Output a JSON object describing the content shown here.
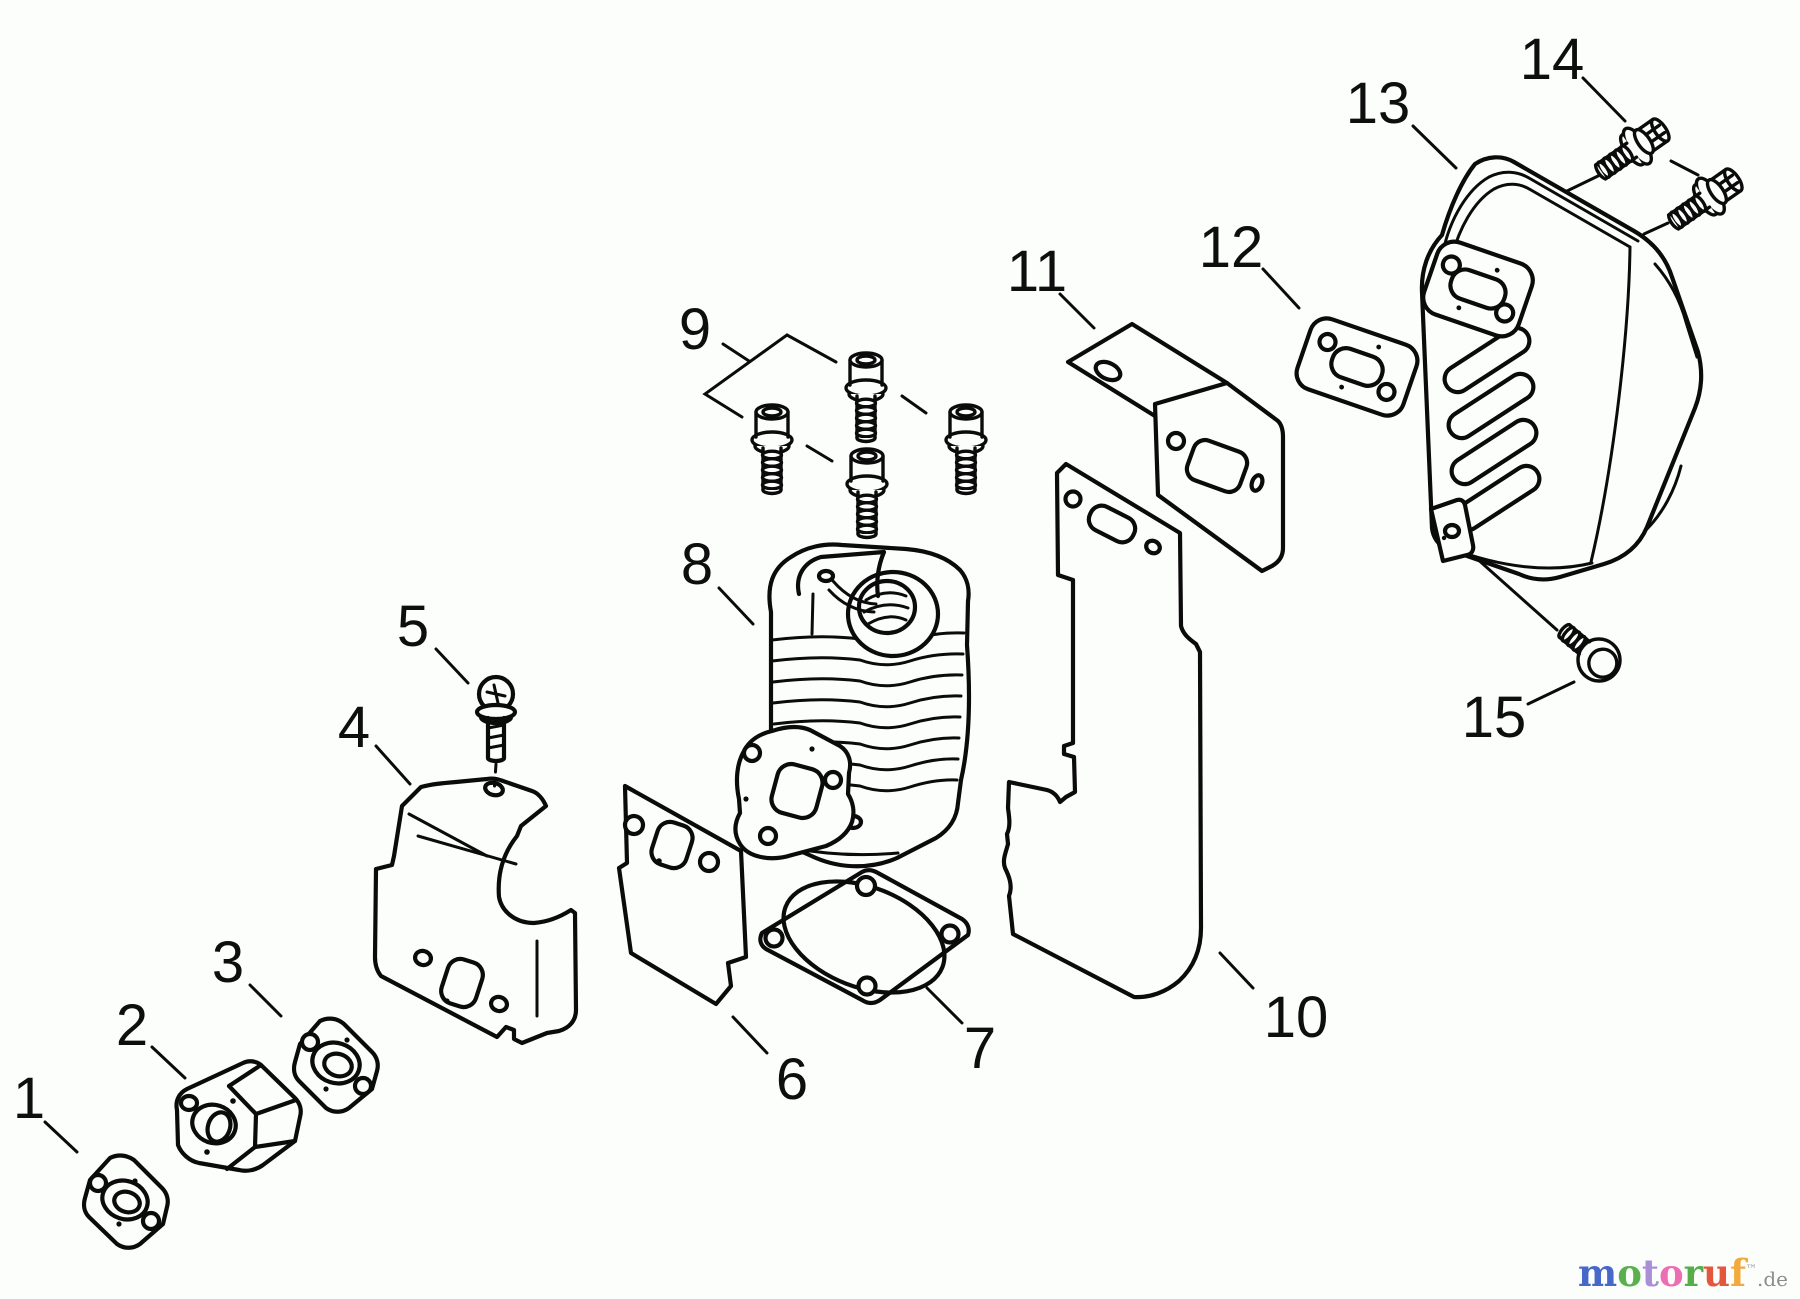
{
  "diagram": {
    "type": "exploded-parts-diagram",
    "callouts": [
      {
        "number": "1"
      },
      {
        "number": "2"
      },
      {
        "number": "3"
      },
      {
        "number": "4"
      },
      {
        "number": "5"
      },
      {
        "number": "6"
      },
      {
        "number": "7"
      },
      {
        "number": "8"
      },
      {
        "number": "9"
      },
      {
        "number": "10"
      },
      {
        "number": "11"
      },
      {
        "number": "12"
      },
      {
        "number": "13"
      },
      {
        "number": "14"
      },
      {
        "number": "15"
      }
    ]
  },
  "watermark": {
    "brand_letters": [
      {
        "char": "m",
        "color": "#4668c8"
      },
      {
        "char": "o",
        "color": "#58b14b"
      },
      {
        "char": "t",
        "color": "#a88fd8"
      },
      {
        "char": "o",
        "color": "#ec6fb3"
      },
      {
        "char": "r",
        "color": "#56ad49"
      },
      {
        "char": "u",
        "color": "#e4573d"
      },
      {
        "char": "f",
        "color": "#f2a93e"
      }
    ],
    "trademark": "™",
    "trademark_color": "#9a9a9a",
    "suffix": ".de",
    "suffix_color": "#8d8d8d"
  }
}
